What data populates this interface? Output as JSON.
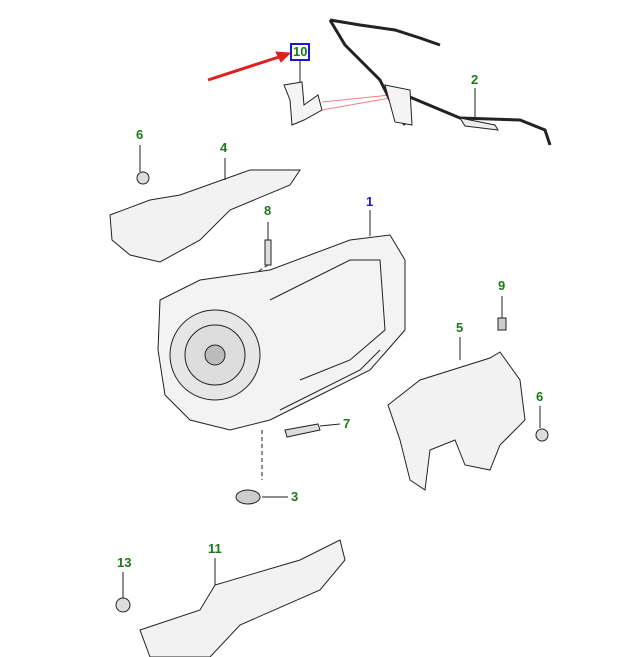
{
  "callouts": [
    {
      "id": "c10",
      "text": "10",
      "highlighted": true
    },
    {
      "id": "c2",
      "text": "2"
    },
    {
      "id": "c6a",
      "text": "6"
    },
    {
      "id": "c4",
      "text": "4"
    },
    {
      "id": "c8",
      "text": "8"
    },
    {
      "id": "c1",
      "text": "1"
    },
    {
      "id": "c9",
      "text": "9"
    },
    {
      "id": "c5",
      "text": "5"
    },
    {
      "id": "c6b",
      "text": "6"
    },
    {
      "id": "c7",
      "text": "7"
    },
    {
      "id": "c3",
      "text": "3"
    },
    {
      "id": "c13",
      "text": "13"
    },
    {
      "id": "c11",
      "text": "11"
    }
  ],
  "colors": {
    "label": "#1a7a1a",
    "label_main": "#1a1acc",
    "highlight_box": "#1a1acc",
    "arrow": "#e02020"
  }
}
